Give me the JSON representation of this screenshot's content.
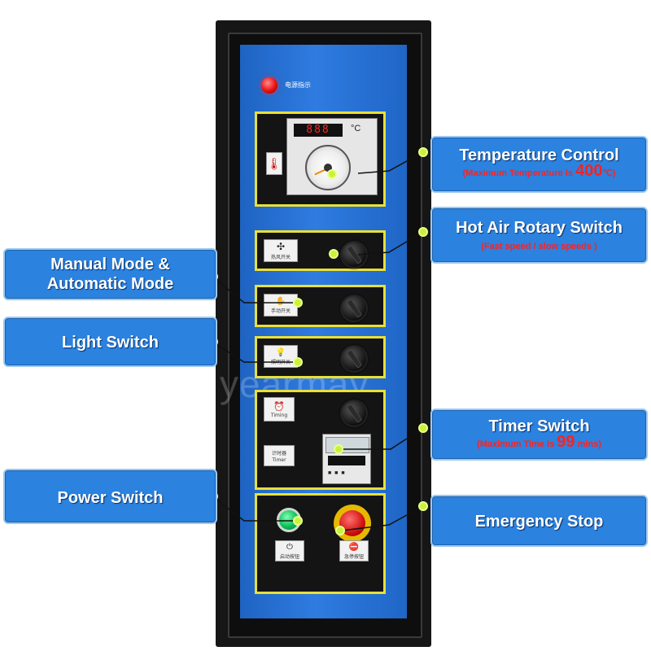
{
  "panel": {
    "power_indicator_label": "电源指示",
    "watermark": "yearmay",
    "temperature_controller": {
      "display_digits": "888",
      "display_unit": "°C"
    },
    "hot_air_plate_label": "热风开关",
    "manual_plate_label": "手动开关",
    "light_plate_label": "照明开关",
    "timing_plate_label": "Timing",
    "timer_plate_label_cn": "计时器",
    "timer_plate_label_en": "Timer",
    "start_plate_label": "启动按钮",
    "estop_plate_label": "急停按钮"
  },
  "callouts": {
    "temperature": {
      "title": "Temperature Control",
      "sub_prefix": "(Maximum Temperature Is ",
      "value": "400",
      "sub_suffix": "℃)"
    },
    "hot_air": {
      "title": "Hot Air Rotary Switch",
      "sub": "(Fast speed / slow speeds )"
    },
    "manual_mode": {
      "line1": "Manual Mode &",
      "line2": "Automatic Mode"
    },
    "light": {
      "title": "Light Switch"
    },
    "timer": {
      "title": "Timer Switch",
      "sub_prefix": "(Maximum Time Is ",
      "value": "99",
      "sub_suffix": " mins)"
    },
    "power": {
      "title": "Power Switch"
    },
    "emergency": {
      "title": "Emergency Stop"
    }
  },
  "colors": {
    "callout_bg": "#2b82df",
    "panel_blue": "#2f7be0",
    "box_border": "#e8e038",
    "highlight_red": "#ff2020",
    "dot_green": "#c8f23c"
  }
}
